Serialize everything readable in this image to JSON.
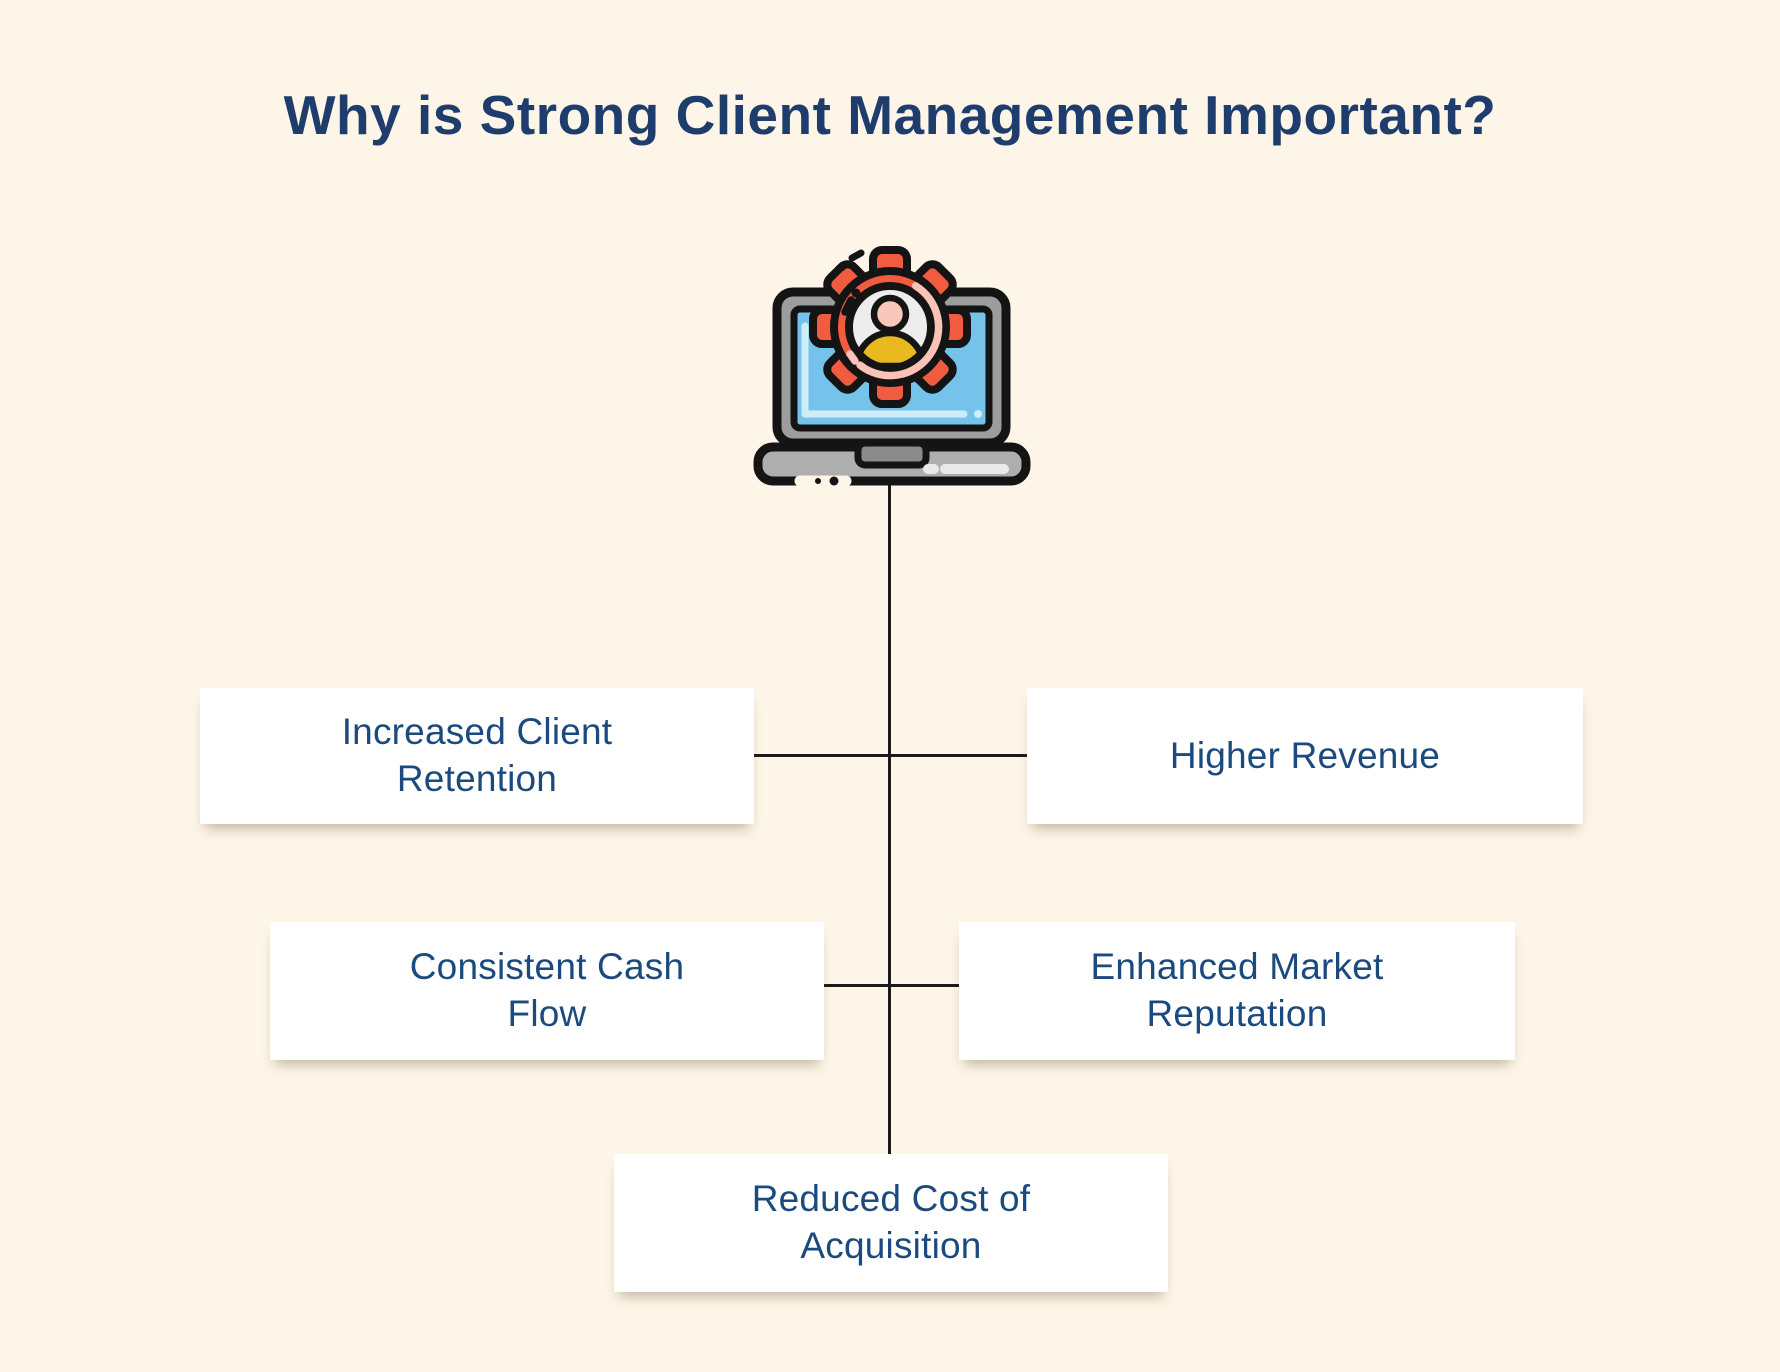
{
  "title": "Why is Strong Client Management Important?",
  "icons": {
    "center": "laptop-gear-user-icon"
  },
  "nodes": [
    {
      "id": "increased-client-retention",
      "label": "Increased Client\nRetention"
    },
    {
      "id": "higher-revenue",
      "label": "Higher Revenue"
    },
    {
      "id": "consistent-cash-flow",
      "label": "Consistent Cash\nFlow"
    },
    {
      "id": "enhanced-market-reputation",
      "label": "Enhanced Market\nReputation"
    },
    {
      "id": "reduced-cost-of-acquisition",
      "label": "Reduced Cost of\nAcquisition"
    }
  ],
  "palette": {
    "background": "#fdf5e7",
    "title_text": "#1e3d6d",
    "node_text": "#1b4a7e",
    "node_background": "#ffffff",
    "connector_line": "#1a1a1a",
    "gear_orange": "#f15b40",
    "gear_highlight_pink": "#fbc3b8",
    "screen_blue": "#75c3ea",
    "screen_highlight_blue": "#cfecf9",
    "laptop_gray": "#9d9d9d",
    "base_gray": "#aeaeae",
    "notch_gray": "#8b8b8b",
    "avatar_head_pink": "#f9c8ba",
    "avatar_body_yellow": "#e9ba1f",
    "inner_circle_white": "#ededed",
    "outline_black": "#141414"
  }
}
